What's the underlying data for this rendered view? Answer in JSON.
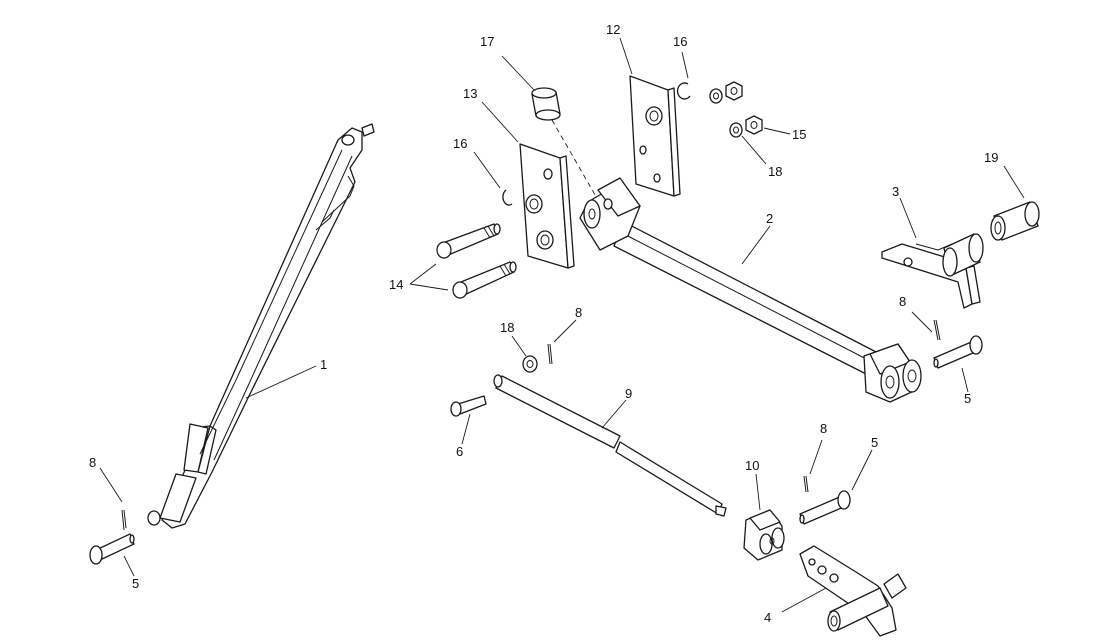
{
  "callouts": [
    {
      "id": "c-17",
      "text": "17"
    },
    {
      "id": "c-12",
      "text": "12"
    },
    {
      "id": "c-16a",
      "text": "16"
    },
    {
      "id": "c-13",
      "text": "13"
    },
    {
      "id": "c-15",
      "text": "15"
    },
    {
      "id": "c-16b",
      "text": "16"
    },
    {
      "id": "c-18a",
      "text": "18"
    },
    {
      "id": "c-19",
      "text": "19"
    },
    {
      "id": "c-3",
      "text": "3"
    },
    {
      "id": "c-2",
      "text": "2"
    },
    {
      "id": "c-14",
      "text": "14"
    },
    {
      "id": "c-8a",
      "text": "8"
    },
    {
      "id": "c-18b",
      "text": "18"
    },
    {
      "id": "c-8b",
      "text": "8"
    },
    {
      "id": "c-1",
      "text": "1"
    },
    {
      "id": "c-5a",
      "text": "5"
    },
    {
      "id": "c-9",
      "text": "9"
    },
    {
      "id": "c-6",
      "text": "6"
    },
    {
      "id": "c-8c",
      "text": "8"
    },
    {
      "id": "c-10",
      "text": "10"
    },
    {
      "id": "c-5b",
      "text": "5"
    },
    {
      "id": "c-8d",
      "text": "8"
    },
    {
      "id": "c-5c",
      "text": "5"
    },
    {
      "id": "c-4",
      "text": "4"
    }
  ]
}
